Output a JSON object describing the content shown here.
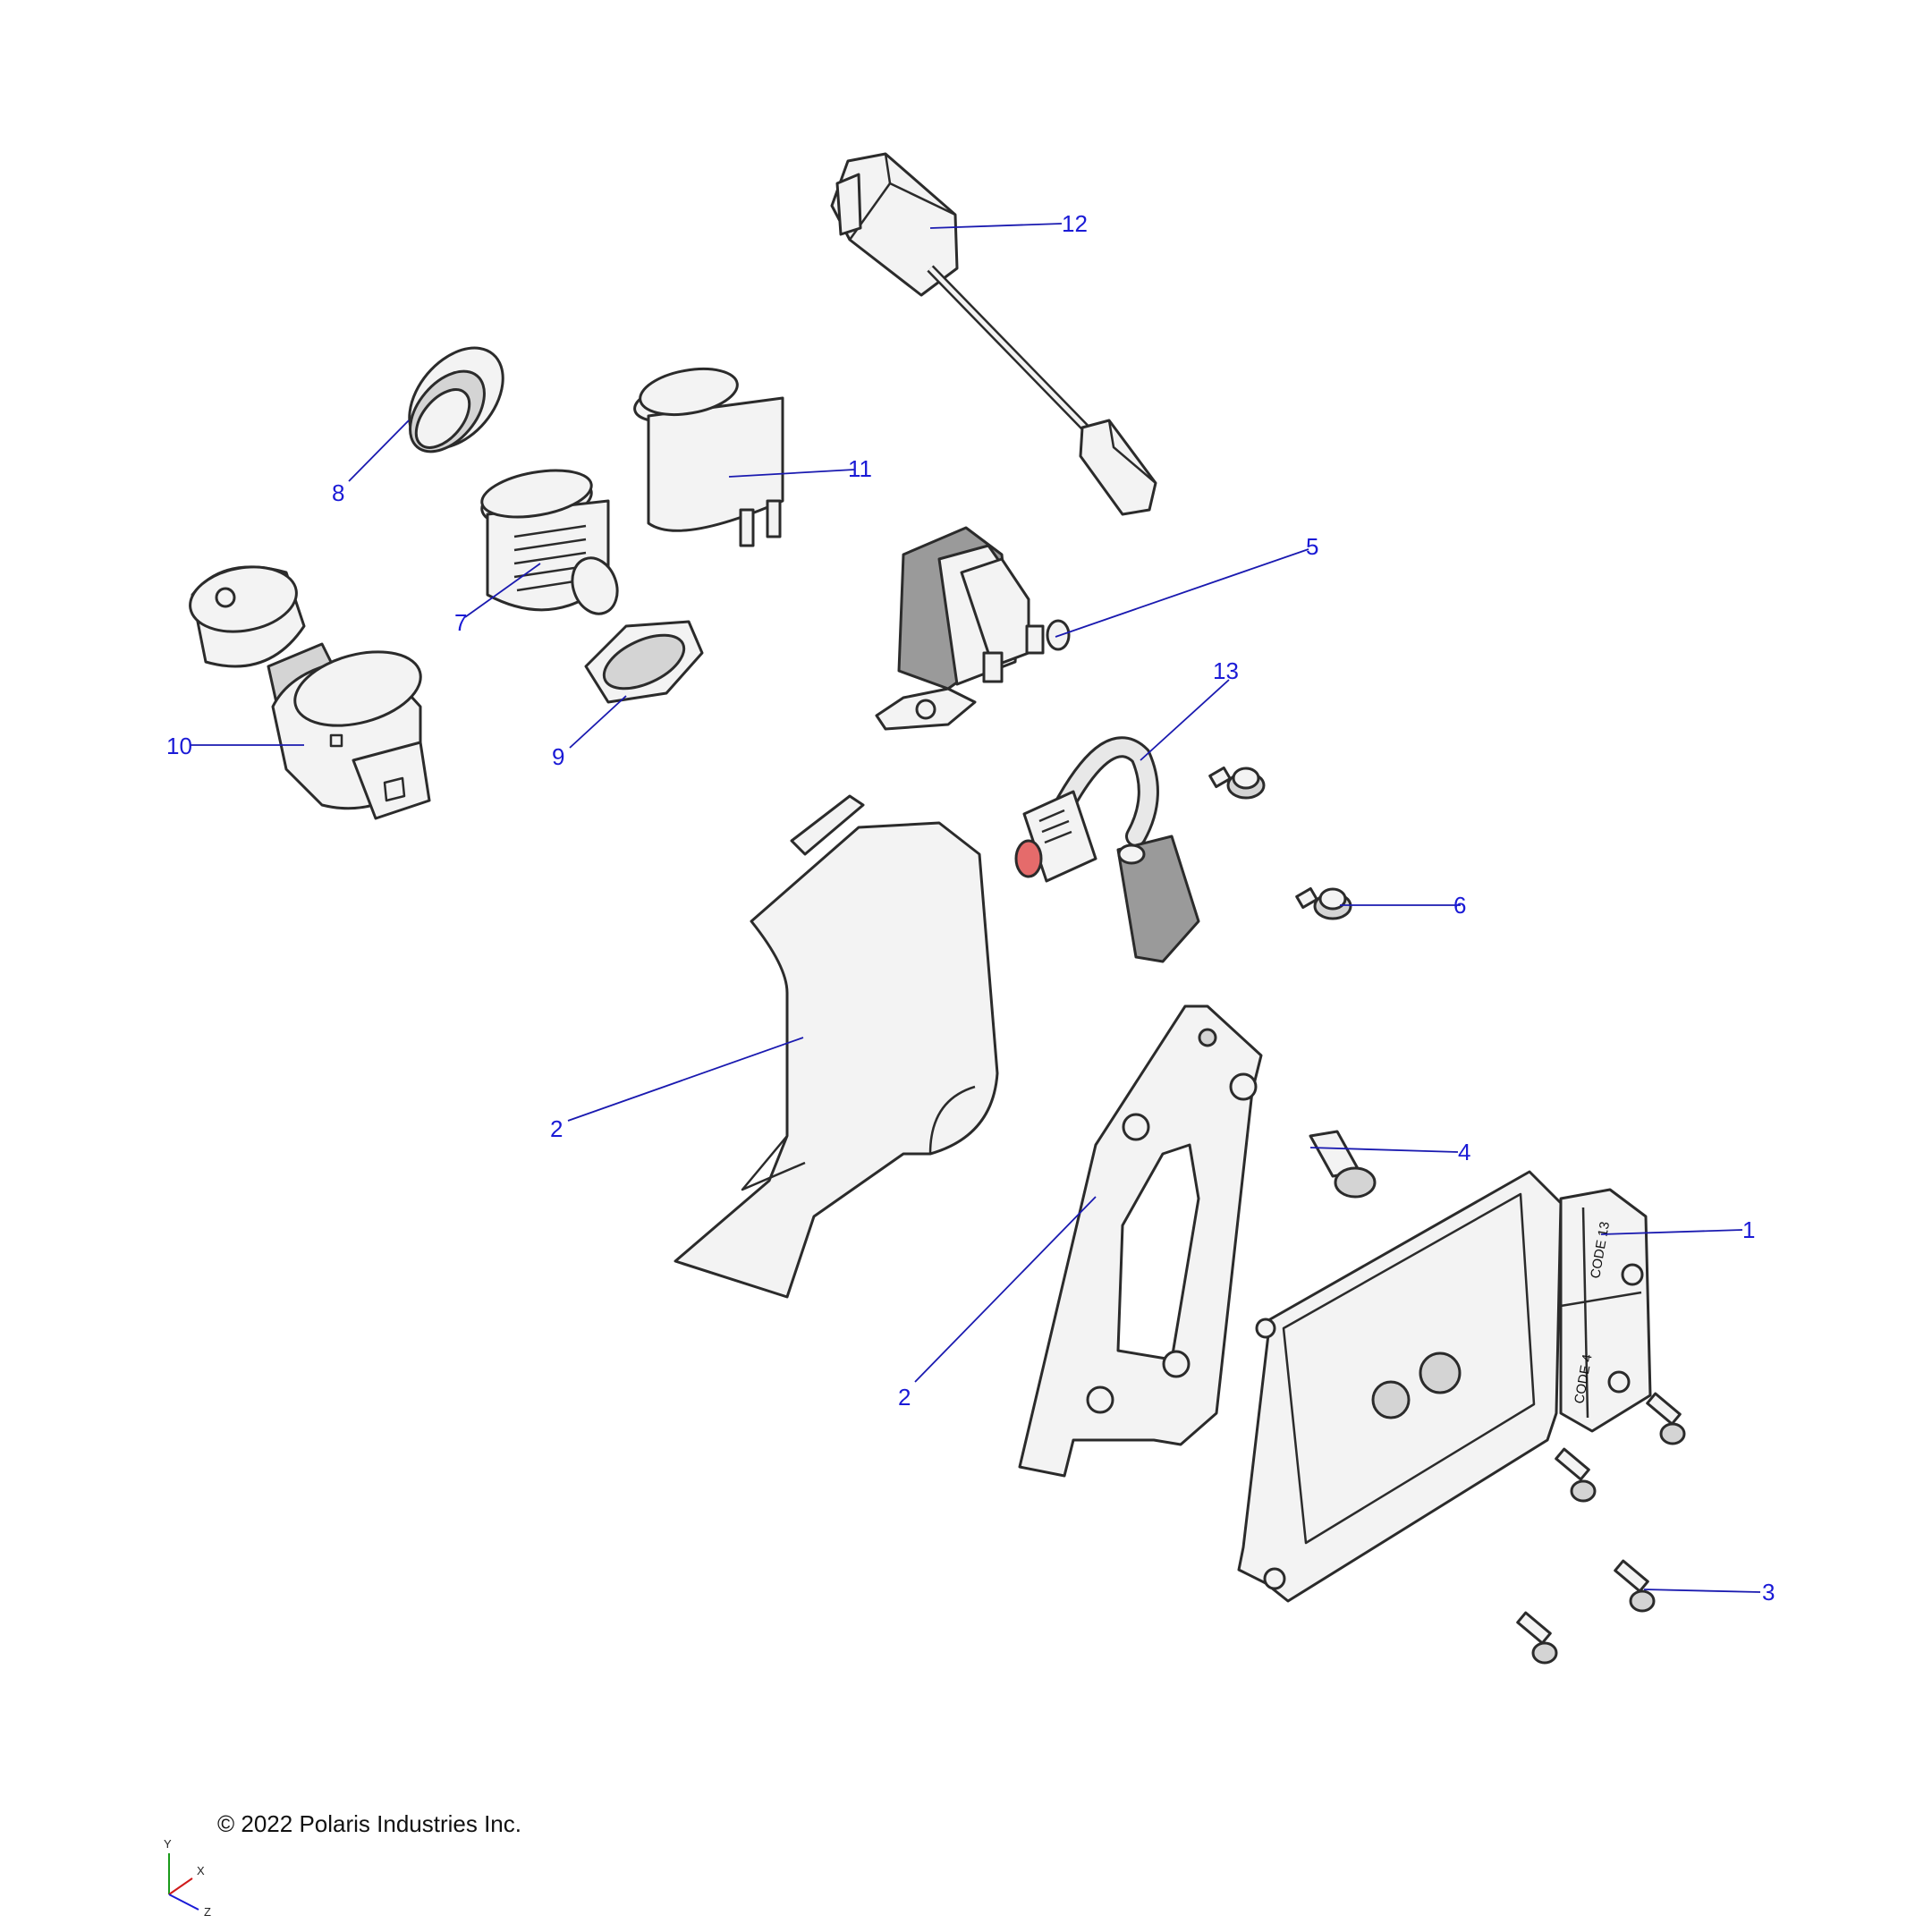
{
  "callouts": {
    "c1": "1",
    "c2a": "2",
    "c2b": "2",
    "c3": "3",
    "c4": "4",
    "c5": "5",
    "c6": "6",
    "c7": "7",
    "c8": "8",
    "c9": "9",
    "c10": "10",
    "c11": "11",
    "c12": "12",
    "c13": "13"
  },
  "ecu_labels": {
    "code_top": "CODE 13",
    "code_bottom": "CODE 4"
  },
  "copyright": "© 2022 Polaris Industries Inc.",
  "axes": {
    "y": "Y",
    "x": "X",
    "z": "Z"
  },
  "colors": {
    "callout": "#1a1ad6",
    "leader": "#1a1ab0",
    "line_art": "#2b2b2b"
  }
}
